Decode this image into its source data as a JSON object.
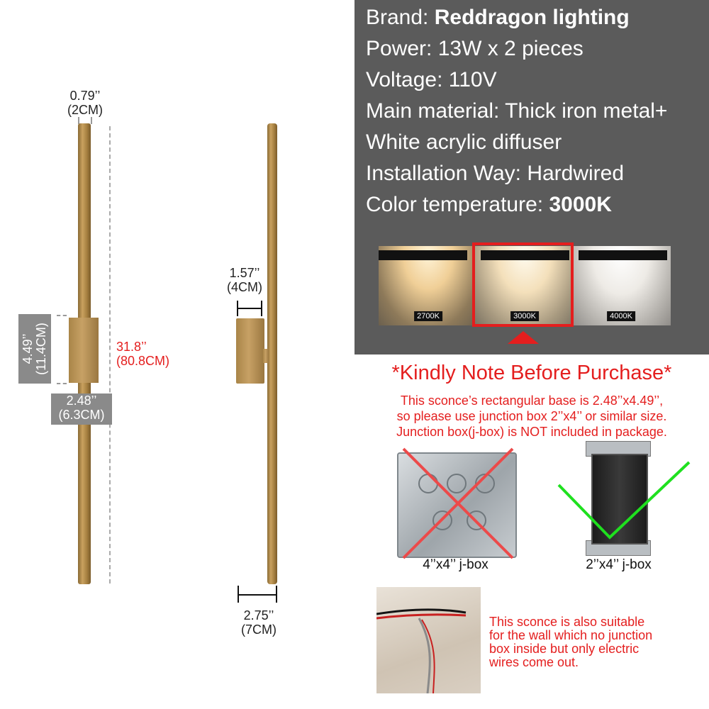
{
  "dimensions": {
    "top_width_in": "0.79’’",
    "top_width_cm": "(2CM)",
    "base_height_in": "4.49’’",
    "base_height_cm": "(11.4CM)",
    "total_height_in": "31.8’’",
    "total_height_cm": "(80.8CM)",
    "base_width_in": "2.48’’",
    "base_width_cm": "(6.3CM)",
    "depth_base_in": "1.57’’",
    "depth_base_cm": "(4CM)",
    "depth_total_in": "2.75’’",
    "depth_total_cm": "(7CM)"
  },
  "spec": {
    "brand_label": "Brand: ",
    "brand_value": "Reddragon lighting",
    "power": "Power: 13W x 2 pieces",
    "voltage": "Voltage: 110V",
    "material_1": "Main material: Thick iron metal+",
    "material_2": "White acrylic diffuser",
    "installation": "Installation Way: Hardwired",
    "color_temp_label": "Color temperature: ",
    "color_temp_value": "3000K"
  },
  "color_options": [
    {
      "label": "2700K",
      "selected": false,
      "glow": "#f4d7a6"
    },
    {
      "label": "3000K",
      "selected": true,
      "glow": "#f7e2bf"
    },
    {
      "label": "4000K",
      "selected": false,
      "glow": "#f3f0ea"
    }
  ],
  "note": {
    "title": "*Kindly Note Before Purchase*",
    "line1": "This sconce’s rectangular base is 2.48’’x4.49’’,",
    "line2": "so please use junction box 2’’x4’’ or similar size.",
    "line3": "Junction box(j-box) is NOT included in package.",
    "wrong_caption": "4’’x4’’ j-box",
    "right_caption": "2’’x4’’ j-box",
    "wires_1": "This sconce is also suitable",
    "wires_2": "for the wall which no junction",
    "wires_3": "box inside but only electric",
    "wires_4": "wires come out."
  },
  "colors": {
    "accent_red": "#e41e1e",
    "panel": "#5b5b5b",
    "brass": "#c9a15f",
    "check_green": "#1fe01f"
  }
}
